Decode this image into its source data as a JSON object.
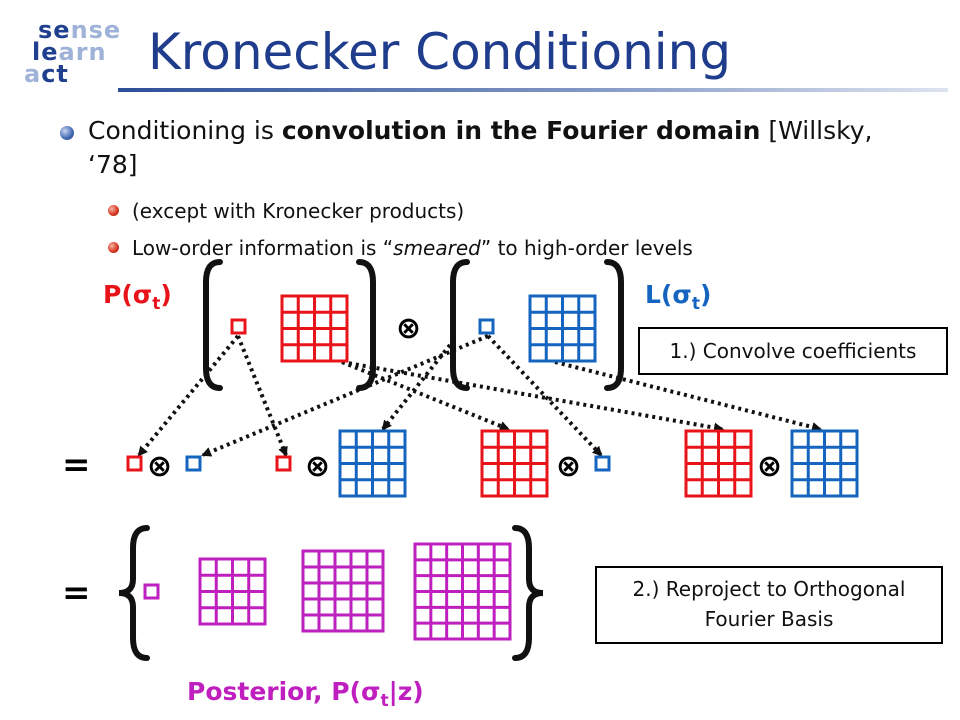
{
  "logo": {
    "line1": [
      "se",
      "nse"
    ],
    "line2": [
      "le",
      "arn"
    ],
    "line3": [
      "a",
      "ct"
    ]
  },
  "title": "Kronecker Conditioning",
  "bullets": {
    "main_prefix": "Conditioning is ",
    "main_bold": "convolution in the Fourier domain",
    "main_suffix": " [Willsky, ‘78]",
    "sub1": "(except with Kronecker products)",
    "sub2_prefix": "Low-order information is “",
    "sub2_italic": "smeared",
    "sub2_suffix": "” to high-order levels"
  },
  "labels": {
    "prior": "P(σ",
    "prior_sub": "t",
    "prior_close": ")",
    "likelihood": "L(σ",
    "likelihood_sub": "t",
    "likelihood_close": ")",
    "otimes": "⊗",
    "equals": "=",
    "posterior": "Posterior, P(σ",
    "posterior_sub": "t",
    "posterior_close": "|z)"
  },
  "callouts": {
    "step1": "1.) Convolve coefficients",
    "step2_line1": "2.) Reproject to Orthogonal",
    "step2_line2": "Fourier Basis"
  },
  "colors": {
    "prior": "#e8141a",
    "likelihood": "#1565c0",
    "posterior": "#bf1fbf",
    "title": "#1f3d8c"
  }
}
